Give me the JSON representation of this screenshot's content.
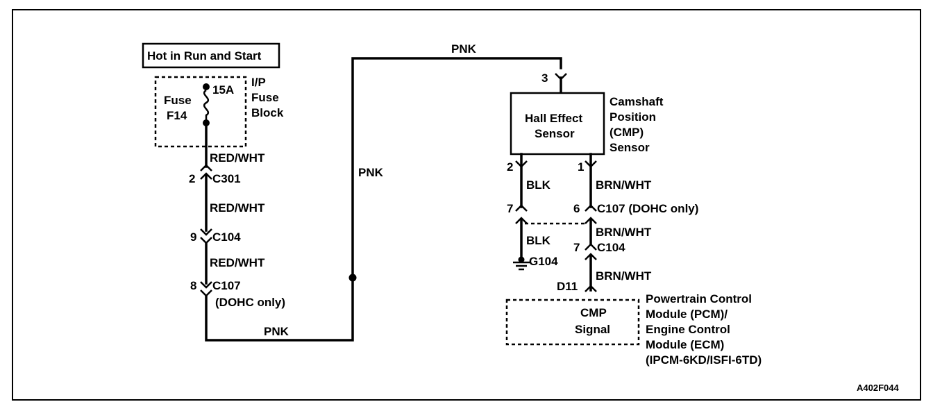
{
  "power": {
    "label": "Hot in Run and Start"
  },
  "fuse_block": {
    "fuse_label_1": "Fuse",
    "fuse_label_2": "F14",
    "rating": "15A",
    "block_label_1": "I/P",
    "block_label_2": "Fuse",
    "block_label_3": "Block"
  },
  "wires": {
    "red_wht_1": "RED/WHT",
    "red_wht_2": "RED/WHT",
    "red_wht_3": "RED/WHT",
    "pnk_top": "PNK",
    "pnk_mid": "PNK",
    "pnk_bottom": "PNK",
    "blk_1": "BLK",
    "blk_2": "BLK",
    "brn_wht_1": "BRN/WHT",
    "brn_wht_2": "BRN/WHT",
    "brn_wht_3": "BRN/WHT"
  },
  "connectors": {
    "c301_pin": "2",
    "c301": "C301",
    "c104_pin": "9",
    "c104": "C104",
    "c107_pin": "8",
    "c107": "C107",
    "c107_note": "(DOHC only)",
    "sensor_pin_3": "3",
    "sensor_pin_2": "2",
    "sensor_pin_1": "1",
    "c107r_pin_left": "7",
    "c107r_pin_right": "6",
    "c107r": "C107 (DOHC only)",
    "c104r_pin": "7",
    "c104r": "C104",
    "ground": "G104",
    "pcm_pin": "D11"
  },
  "sensor": {
    "inner_1": "Hall Effect",
    "inner_2": "Sensor",
    "name_1": "Camshaft",
    "name_2": "Position",
    "name_3": "(CMP)",
    "name_4": "Sensor"
  },
  "pcm": {
    "inner_1": "CMP",
    "inner_2": "Signal",
    "name_1": "Powertrain Control",
    "name_2": "Module (PCM)/",
    "name_3": "Engine Control",
    "name_4": "Module (ECM)",
    "name_5": "(IPCM-6KD/ISFI-6TD)"
  },
  "figure_id": "A402F044"
}
